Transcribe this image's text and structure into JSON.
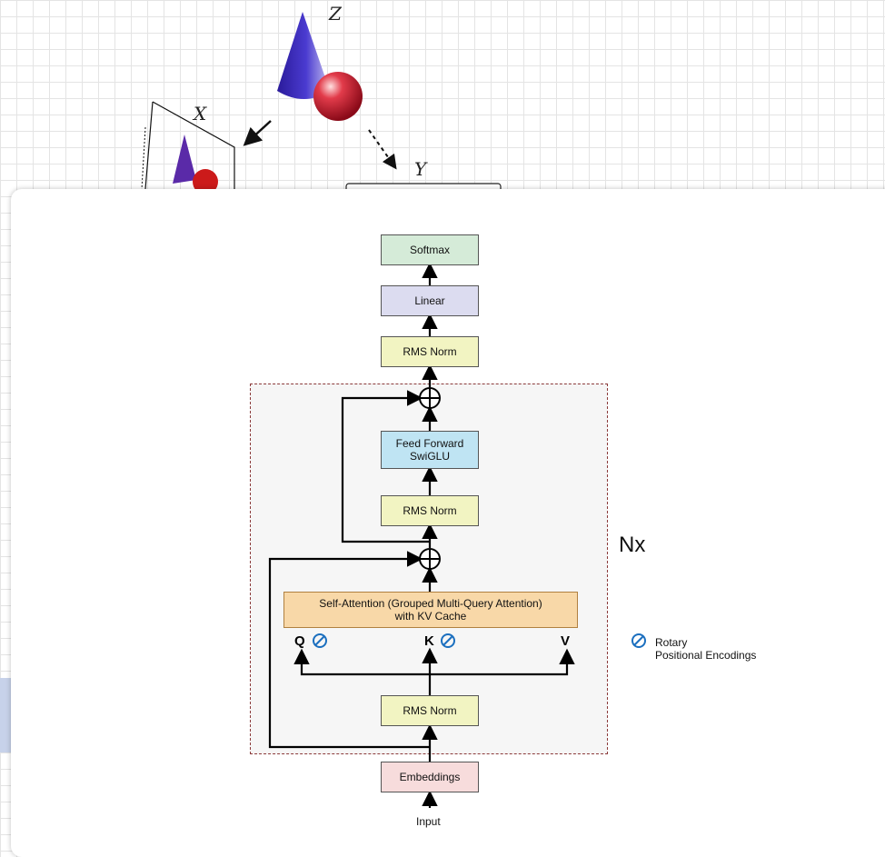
{
  "background": {
    "axes": {
      "z": "Z",
      "x": "X",
      "y": "Y"
    }
  },
  "diagram": {
    "blocks": {
      "softmax": "Softmax",
      "linear": "Linear",
      "rms_norm_final": "RMS Norm",
      "feed_forward_line1": "Feed Forward",
      "feed_forward_line2": "SwiGLU",
      "rms_norm_ffn": "RMS Norm",
      "attention_line1": "Self-Attention (Grouped Multi-Query Attention)",
      "attention_line2": "with KV Cache",
      "rms_norm_attn": "RMS Norm",
      "embeddings": "Embeddings"
    },
    "inputs": {
      "q": "Q",
      "k": "K",
      "v": "V"
    },
    "repeat_label": "Nx",
    "legend": {
      "line1": "Rotary",
      "line2": "Positional Encodings"
    },
    "input_label": "Input",
    "colors": {
      "softmax": "#d5ebd8",
      "linear": "#dcdcf0",
      "rms_norm": "#f2f4c2",
      "feed_forward": "#bfe4f3",
      "attention": "#f8d8a8",
      "embeddings": "#f7dcdc",
      "rotary": "#1b6fbf",
      "dashed_border": "#8b3a3a"
    }
  }
}
